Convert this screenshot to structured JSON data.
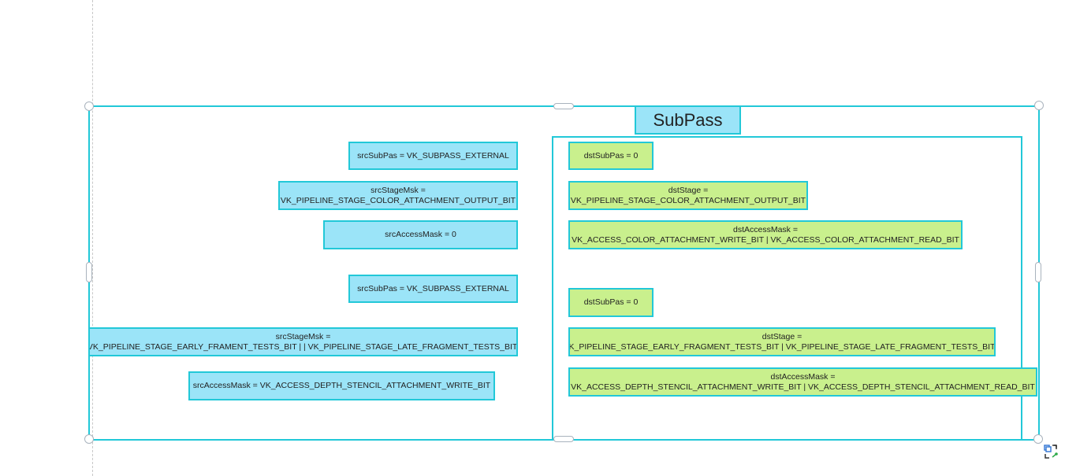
{
  "diagram": {
    "title": "SubPass",
    "src_boxes": [
      {
        "lines": [
          "srcSubPas = VK_SUBPASS_EXTERNAL"
        ]
      },
      {
        "lines": [
          "srcStageMsk =",
          "VK_PIPELINE_STAGE_COLOR_ATTACHMENT_OUTPUT_BIT"
        ]
      },
      {
        "lines": [
          "srcAccessMask = 0"
        ]
      },
      {
        "lines": [
          "srcSubPas = VK_SUBPASS_EXTERNAL"
        ]
      },
      {
        "lines": [
          "srcStageMsk =",
          "VK_PIPELINE_STAGE_EARLY_FRAMENT_TESTS_BIT |  | VK_PIPELINE_STAGE_LATE_FRAGMENT_TESTS_BIT;"
        ]
      },
      {
        "lines": [
          "srcAccessMask = VK_ACCESS_DEPTH_STENCIL_ATTACHMENT_WRITE_BIT"
        ]
      }
    ],
    "dst_boxes": [
      {
        "lines": [
          "dstSubPas = 0"
        ]
      },
      {
        "lines": [
          "dstStage =",
          "VK_PIPELINE_STAGE_COLOR_ATTACHMENT_OUTPUT_BIT"
        ]
      },
      {
        "lines": [
          "dstAccessMask =",
          "VK_ACCESS_COLOR_ATTACHMENT_WRITE_BIT | VK_ACCESS_COLOR_ATTACHMENT_READ_BIT"
        ]
      },
      {
        "lines": [
          "dstSubPas = 0"
        ]
      },
      {
        "lines": [
          "dstStage =",
          "K_PIPELINE_STAGE_EARLY_FRAGMENT_TESTS_BIT | VK_PIPELINE_STAGE_LATE_FRAGMENT_TESTS_BIT"
        ]
      },
      {
        "lines": [
          "dstAccessMask =",
          "VK_ACCESS_DEPTH_STENCIL_ATTACHMENT_WRITE_BIT | VK_ACCESS_DEPTH_STENCIL_ATTACHMENT_READ_BIT"
        ]
      }
    ]
  },
  "colors": {
    "border": "#22c8d8",
    "src_fill": "#9be4f8",
    "dst_fill": "#c9f08d"
  }
}
